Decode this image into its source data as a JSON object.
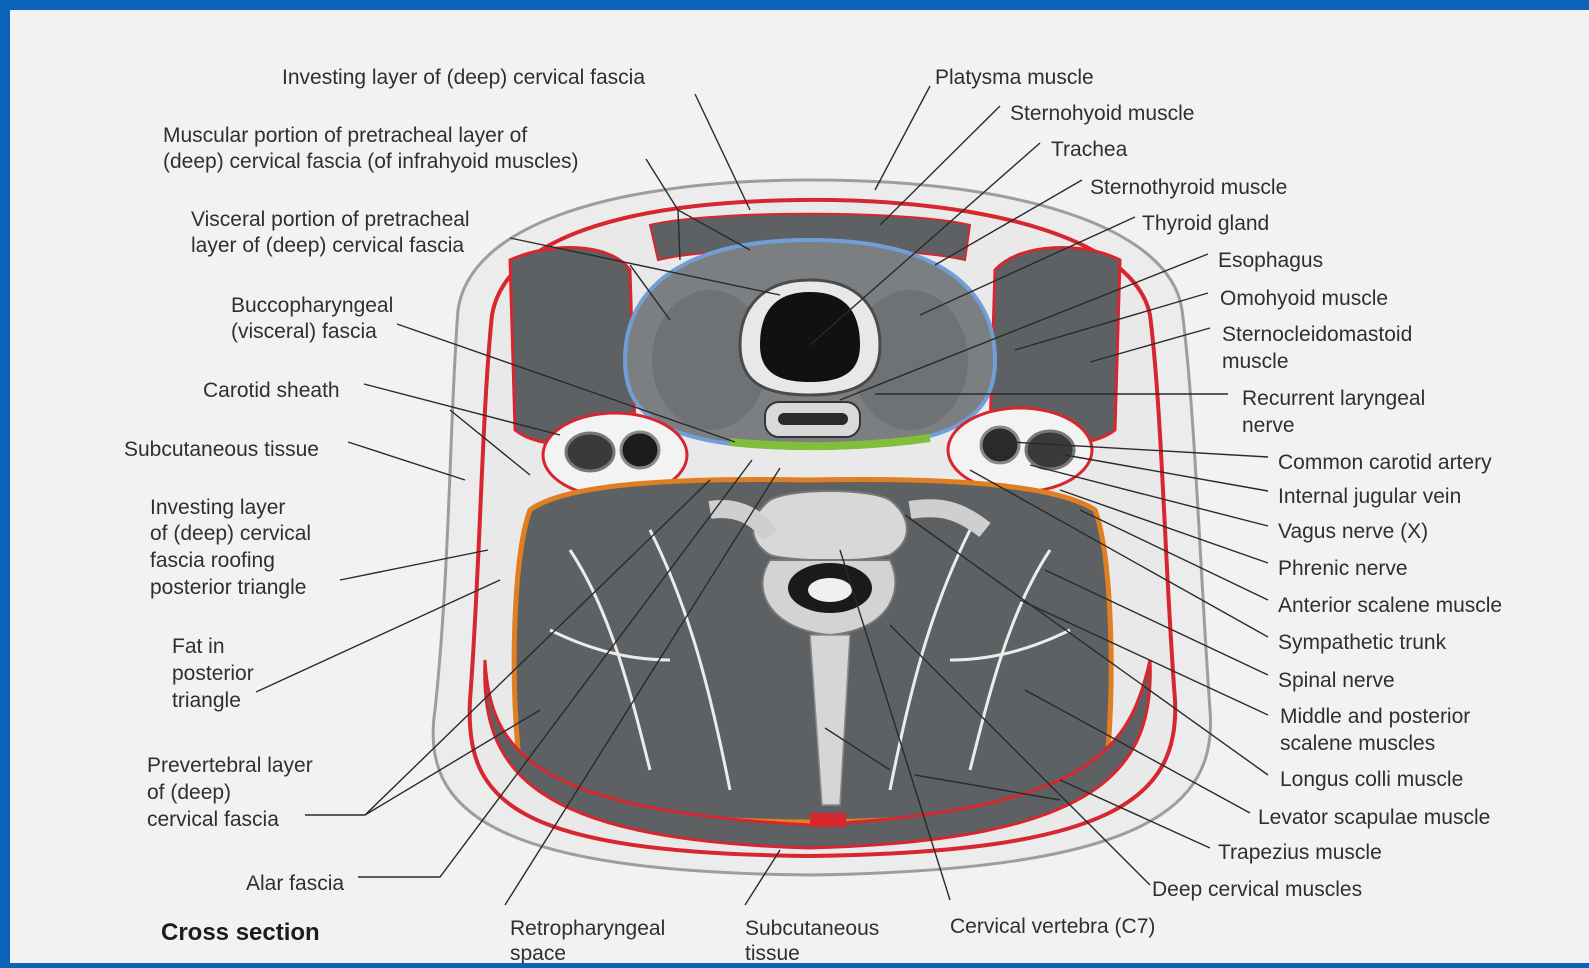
{
  "diagram": {
    "title": "Cross section",
    "labels": {
      "investing_layer": "Investing layer of (deep) cervical fascia",
      "muscular_portion_1": "Muscular portion of pretracheal layer of",
      "muscular_portion_2": "(deep) cervical fascia (of infrahyoid muscles)",
      "visceral_portion_1": "Visceral portion of pretracheal",
      "visceral_portion_2": "layer of (deep) cervical fascia",
      "bucco_1": "Buccopharyngeal",
      "bucco_2": "(visceral) fascia",
      "carotid_sheath": "Carotid sheath",
      "subcutaneous_tissue": "Subcutaneous tissue",
      "investing_roof_1": "Investing layer",
      "investing_roof_2": "of (deep) cervical",
      "investing_roof_3": "fascia roofing",
      "investing_roof_4": "posterior triangle",
      "fat_1": "Fat in",
      "fat_2": "posterior",
      "fat_3": "triangle",
      "prevertebral_1": "Prevertebral layer",
      "prevertebral_2": "of (deep)",
      "prevertebral_3": "cervical fascia",
      "alar_fascia": "Alar fascia",
      "retro_1": "Retropharyngeal",
      "retro_2": "space",
      "subcut_bottom_1": "Subcutaneous",
      "subcut_bottom_2": "tissue",
      "cervical_vertebra": "Cervical vertebra (C7)",
      "platysma": "Platysma muscle",
      "sternohyoid": "Sternohyoid muscle",
      "trachea": "Trachea",
      "sternothyroid": "Sternothyroid muscle",
      "thyroid": "Thyroid gland",
      "esophagus": "Esophagus",
      "omohyoid": "Omohyoid muscle",
      "scm_1": "Sternocleidomastoid",
      "scm_2": "muscle",
      "recurrent_1": "Recurrent laryngeal",
      "recurrent_2": "nerve",
      "common_carotid": "Common carotid artery",
      "internal_jugular": "Internal jugular vein",
      "vagus": "Vagus nerve (X)",
      "phrenic": "Phrenic nerve",
      "anterior_scalene": "Anterior scalene muscle",
      "sympathetic": "Sympathetic trunk",
      "spinal_nerve": "Spinal nerve",
      "middle_post_1": "Middle and posterior",
      "middle_post_2": "scalene muscles",
      "longus_colli": "Longus colli muscle",
      "levator": "Levator scapulae muscle",
      "trapezius": "Trapezius muscle",
      "deep_cervical": "Deep cervical muscles"
    }
  },
  "colors": {
    "frame": "#0b63b8",
    "background": "#f1f2f1",
    "muscle": "#5e6163",
    "investing_fascia": "#d8262e",
    "pretracheal_visceral": "#6f9fd6",
    "buccopharyngeal": "#7fbf3a",
    "prevertebral": "#e07f22",
    "skin": "#dcdcdc"
  }
}
